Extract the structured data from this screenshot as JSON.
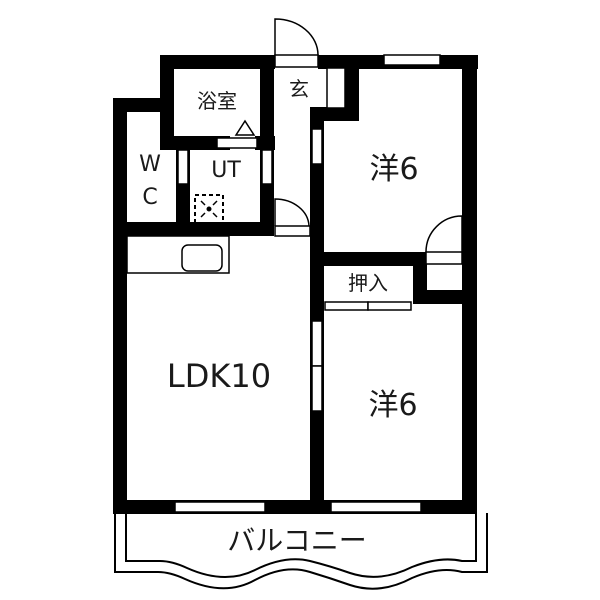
{
  "plan": {
    "rooms": [
      {
        "id": "bath",
        "label": "浴室"
      },
      {
        "id": "entrance",
        "label": "玄"
      },
      {
        "id": "wc_w",
        "label": "W"
      },
      {
        "id": "wc_c",
        "label": "C"
      },
      {
        "id": "utility",
        "label": "UT"
      },
      {
        "id": "western_room_1",
        "label": "洋6"
      },
      {
        "id": "closet",
        "label": "押入"
      },
      {
        "id": "ldk",
        "label": "LDK10"
      },
      {
        "id": "western_room_2",
        "label": "洋6"
      },
      {
        "id": "balcony",
        "label": "バルコニー"
      }
    ],
    "colors": {
      "wall": "#000000",
      "background": "#ffffff",
      "text": "#1a1a1a"
    }
  }
}
